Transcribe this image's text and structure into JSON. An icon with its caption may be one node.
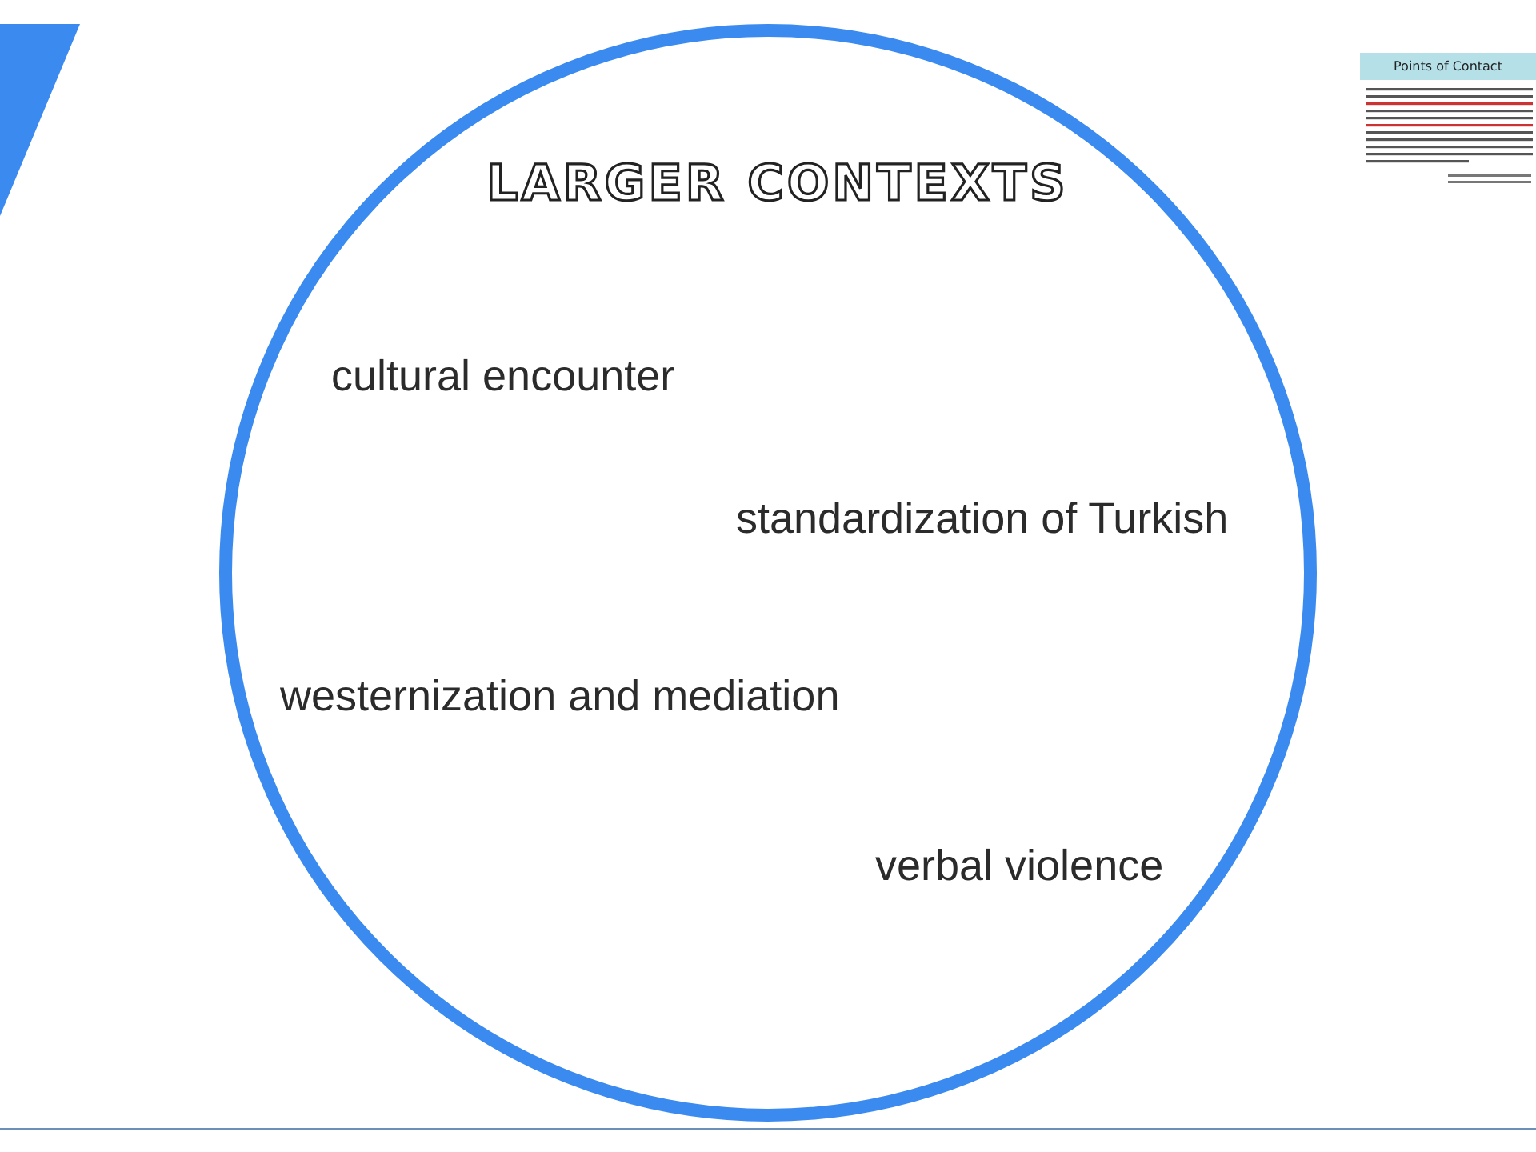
{
  "diagram": {
    "nodes": [
      {
        "text": [
          "LARGER CONTEXTS",
          "cultural encounter",
          "standardization of Turkish",
          "westernization and mediation",
          "verbal violence"
        ]
      },
      {
        "text": [
          "Points of Contact"
        ]
      }
    ]
  }
}
